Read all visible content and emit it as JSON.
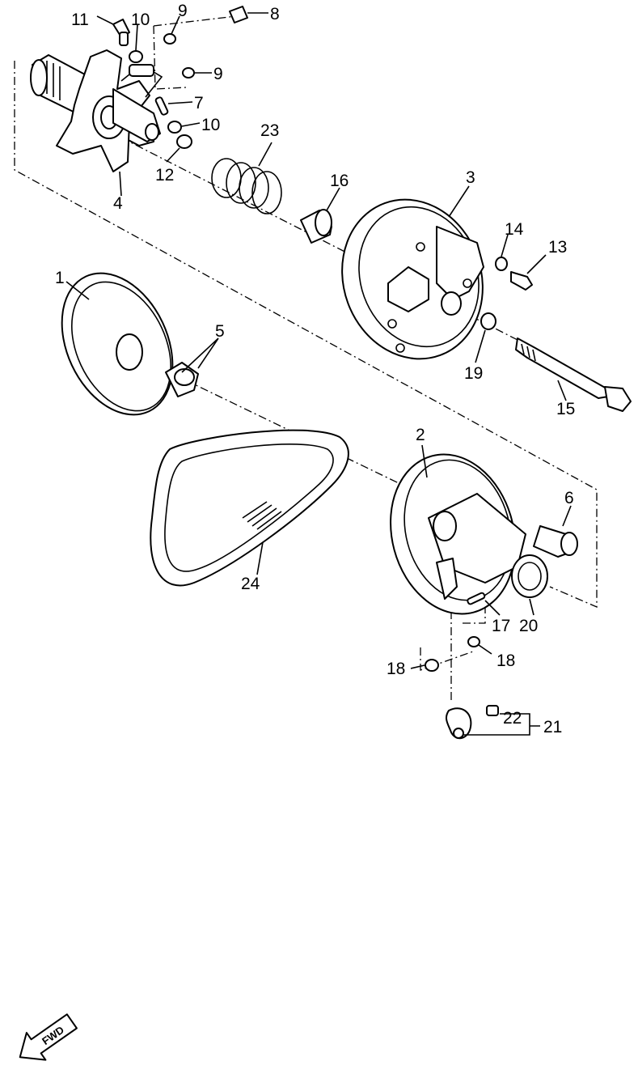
{
  "callouts": {
    "c1": "1",
    "c2": "2",
    "c3": "3",
    "c4": "4",
    "c5": "5",
    "c6": "6",
    "c7": "7",
    "c8": "8",
    "c9a": "9",
    "c9b": "9",
    "c10a": "10",
    "c10b": "10",
    "c11": "11",
    "c12": "12",
    "c13": "13",
    "c14": "14",
    "c15": "15",
    "c16": "16",
    "c17": "17",
    "c18a": "18",
    "c18b": "18",
    "c19": "19",
    "c20": "20",
    "c21": "21",
    "c22": "22",
    "c23": "23",
    "c24": "24"
  },
  "badge": {
    "label": "FWD"
  },
  "icons": {
    "direction": "fwd-arrow-icon"
  },
  "colors": {
    "ink": "#000000",
    "paper": "#ffffff"
  }
}
